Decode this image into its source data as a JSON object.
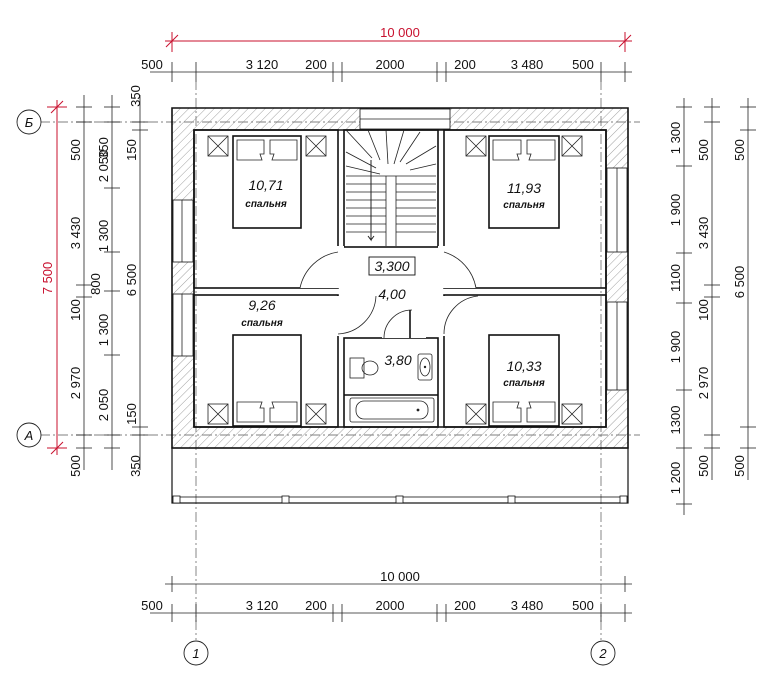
{
  "colors": {
    "line": "#111111",
    "dim_red": "#c8102e",
    "hatch": "#555555",
    "background": "#ffffff"
  },
  "axes": {
    "vertical": [
      "1",
      "2"
    ],
    "horizontal": [
      "Б",
      "А"
    ]
  },
  "overall": {
    "width": "10 000",
    "depth": "7 500"
  },
  "top_dims": [
    "500",
    "3 120",
    "200",
    "2000",
    "200",
    "3 480",
    "500"
  ],
  "bottom_dims": [
    "500",
    "3 120",
    "200",
    "2000",
    "200",
    "3 480",
    "500"
  ],
  "left_dims": {
    "col1": [
      "500",
      "3 430",
      "100",
      "2 970",
      "500"
    ],
    "col2": [
      "350",
      "2 050",
      "1 300",
      "800",
      "1 300",
      "2 050",
      "350"
    ],
    "col3": [
      "150",
      "6 500",
      "150"
    ]
  },
  "right_dims": {
    "col1": [
      "1 300",
      "1 900",
      "1100",
      "1 900",
      "1300",
      "1 200"
    ],
    "col2": [
      "500",
      "3 430",
      "100",
      "2 970",
      "500"
    ],
    "col3": [
      "500",
      "6 500",
      "500"
    ]
  },
  "rooms": [
    {
      "area": "10,71",
      "name": "спальня"
    },
    {
      "area": "11,93",
      "name": "спальня"
    },
    {
      "area": "9,26",
      "name": "спальня"
    },
    {
      "area": "10,33",
      "name": "спальня"
    },
    {
      "area": "4,00",
      "name": ""
    },
    {
      "area": "3,80",
      "name": ""
    }
  ],
  "level_mark": "3,300"
}
